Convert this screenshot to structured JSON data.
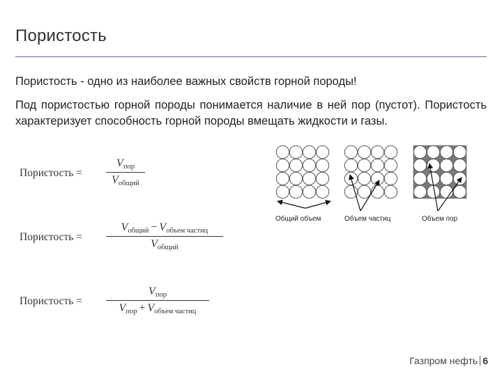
{
  "slide": {
    "title": "Пористость",
    "intro": "Пористость - одно из наиболее важных свойств горной породы!",
    "paragraph": "Под пористостью горной породы понимается наличие в ней пор (пустот). Пористость характеризует способность горной породы вмещать жидкости и газы."
  },
  "formulas": {
    "label": "Пористость =",
    "f1": {
      "num_v": "V",
      "num_sub": "пор",
      "den_v": "V",
      "den_sub": "общий"
    },
    "f2": {
      "num_v1": "V",
      "num_sub1": "общий",
      "minus": "−",
      "num_v2": "V",
      "num_sub2": "объем частиц",
      "den_v": "V",
      "den_sub": "общий"
    },
    "f3": {
      "num_v": "V",
      "num_sub": "пор",
      "den_v1": "V",
      "den_sub1": "пор",
      "plus": "+",
      "den_v2": "V",
      "den_sub2": "объем частиц"
    }
  },
  "diagram": {
    "captions": [
      "Общий объем",
      "Объем частиц",
      "Объем пор"
    ],
    "colors": {
      "circle_fill": "#ffffff",
      "circle_stroke": "#555555",
      "pore_fill": "#7a7a7a",
      "grid_bg": "#ffffff"
    }
  },
  "footer": {
    "company": "Газпром нефть",
    "page": "6"
  }
}
